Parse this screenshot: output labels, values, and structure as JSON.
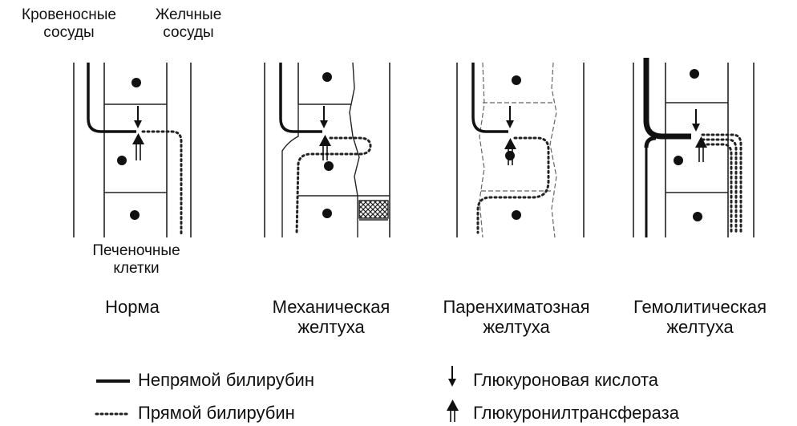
{
  "labels": {
    "blood_vessels": [
      "Кровеносные",
      "сосуды"
    ],
    "bile_ducts": [
      "Желчные",
      "сосуды"
    ],
    "liver_cells": [
      "Печеночные",
      "клетки"
    ]
  },
  "panels": [
    {
      "id": "norm",
      "caption": [
        "Норма"
      ]
    },
    {
      "id": "mechanical",
      "caption": [
        "Механическая",
        "желтуха"
      ]
    },
    {
      "id": "parenchymal",
      "caption": [
        "Паренхиматозная",
        "желтуха"
      ]
    },
    {
      "id": "hemolytic",
      "caption": [
        "Гемолитическая",
        "желтуха"
      ]
    }
  ],
  "legend": {
    "indirect": "Непрямой билирубин",
    "direct": "Прямой билирубин",
    "glucuronic": "Глюкуроновая кислота",
    "transferase": "Глюкуронилтрансфераза"
  }
}
